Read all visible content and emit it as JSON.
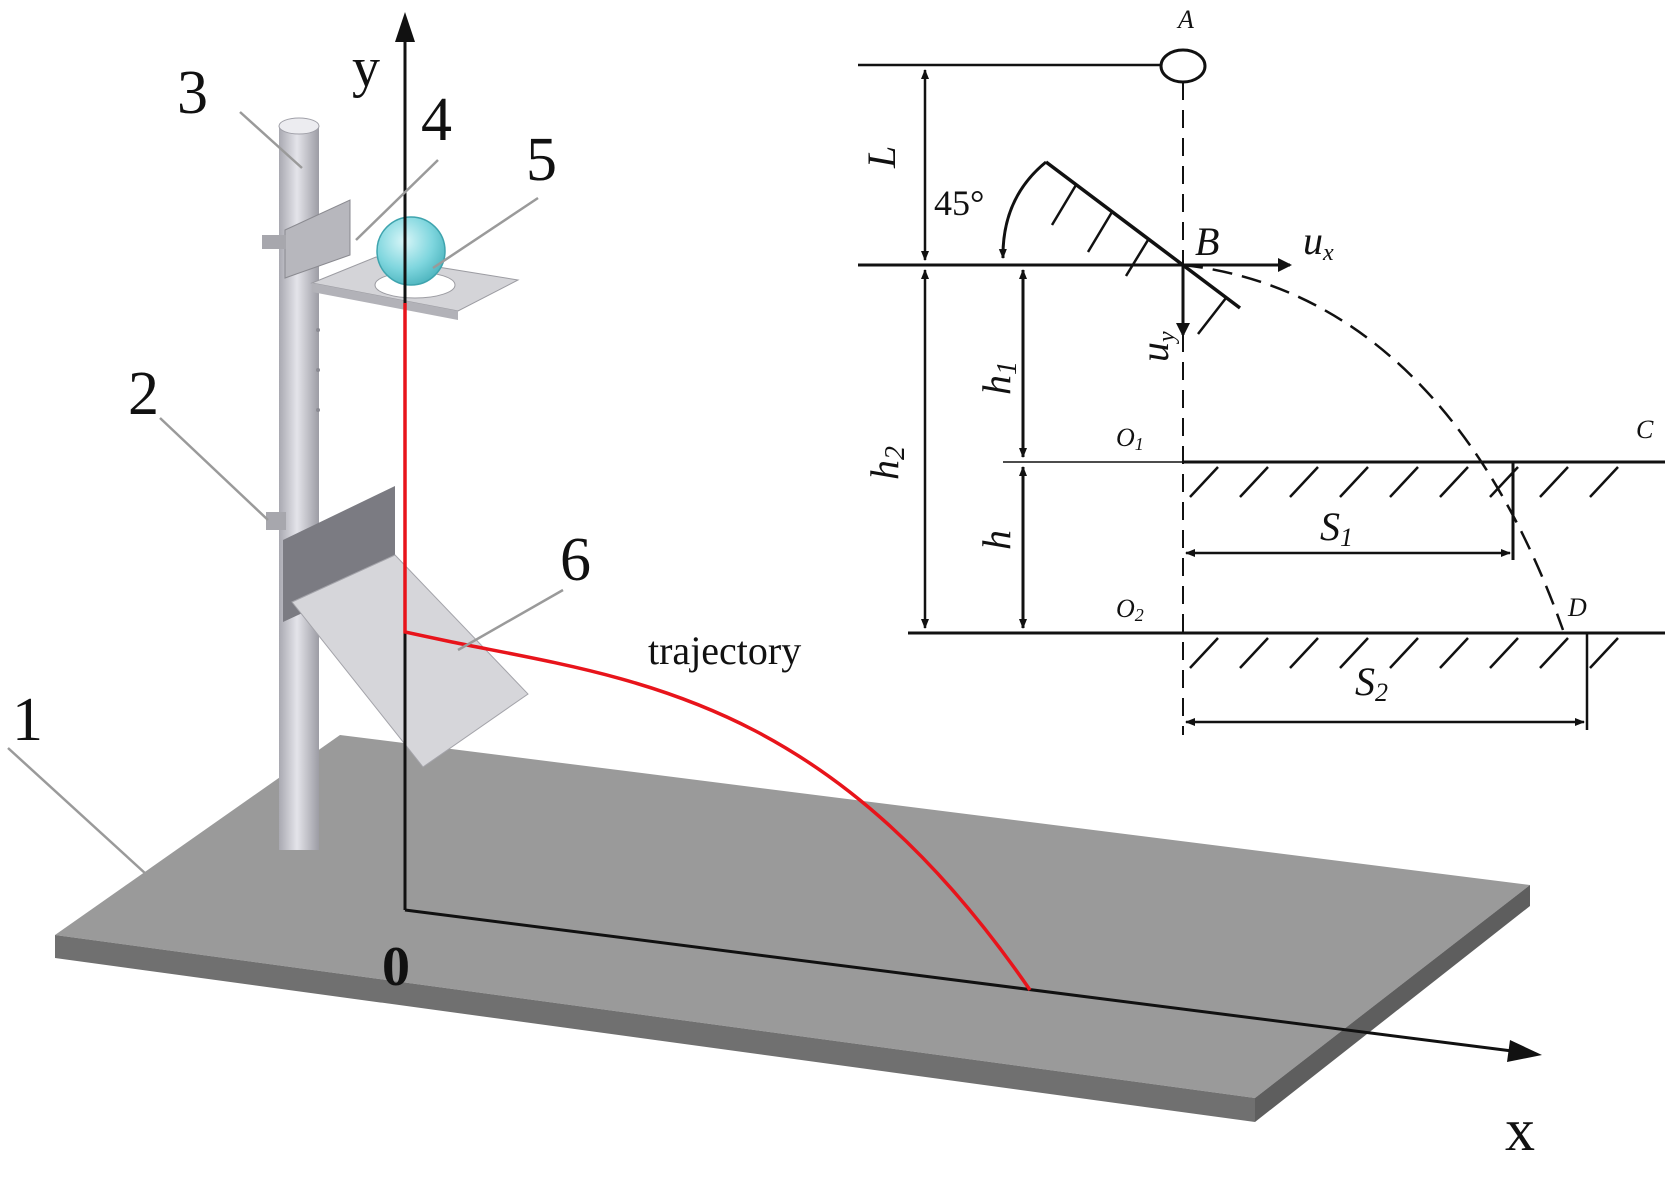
{
  "figure": {
    "apparatus": {
      "part_numbers": [
        "1",
        "2",
        "3",
        "4",
        "5",
        "6"
      ],
      "axis_y": "y",
      "axis_x": "x",
      "origin": "0",
      "trajectory_label": "trajectory"
    },
    "schematic": {
      "point_A": "A",
      "point_B": "B",
      "point_C": "C",
      "point_D": "D",
      "point_O1": "O",
      "point_O1_sub": "1",
      "point_O2": "O",
      "point_O2_sub": "2",
      "angle": "45°",
      "L": "L",
      "h1": "h",
      "h1_sub": "1",
      "h2": "h",
      "h2_sub": "2",
      "h": "h",
      "S1": "S",
      "S1_sub": "1",
      "S2": "S",
      "S2_sub": "2",
      "ux": "u",
      "ux_sub": "x",
      "uy": "u",
      "uy_sub": "y"
    }
  },
  "colors": {
    "trajectory": "#e8141b",
    "base_top": "#9a9a9a",
    "base_side": "#6f6f6f",
    "rod": "#c9c9cf",
    "ball": "#7fd6de",
    "line": "#111111"
  }
}
